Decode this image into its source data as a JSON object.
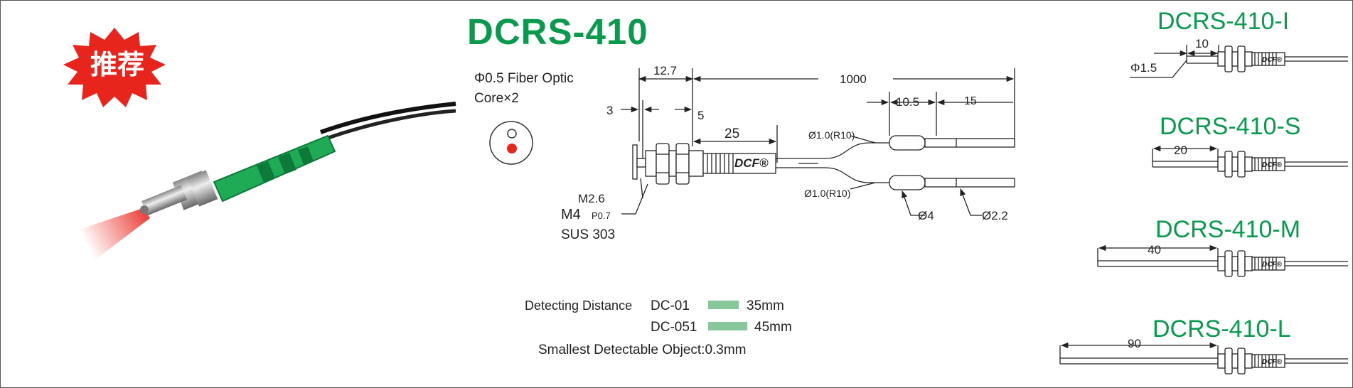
{
  "badge": {
    "label": "推荐",
    "color": "#e8251c"
  },
  "colors": {
    "accent": "#0a9a4e",
    "bar": "#86c89a",
    "beam": "#e8251c"
  },
  "main": {
    "title": "DCRS-410",
    "fiber_label_1": "Φ0.5 Fiber Optic",
    "fiber_label_2": "Core×2",
    "logo": "DCF®"
  },
  "drawing": {
    "dims": {
      "d12_7": "12.7",
      "d1000": "1000",
      "d3": "3",
      "d5": "5",
      "d25": "25",
      "d10_5": "10.5",
      "d15": "15",
      "phi_top": "Ø1.0(R10)",
      "phi_bottom": "Ø1.0(R10)",
      "phi4": "Ø4",
      "phi2_2": "Ø2.2"
    },
    "labels": {
      "m26": "M2.6",
      "m4": "M4",
      "p07": "P0.7",
      "sus": "SUS 303"
    }
  },
  "specs": {
    "detect_label": "Detecting  Distance",
    "rows": [
      {
        "model": "DC-01",
        "value": "35mm",
        "level": 35
      },
      {
        "model": "DC-051",
        "value": "45mm",
        "level": 45
      }
    ],
    "smallest": "Smallest Detectable Object:0.3mm"
  },
  "variants": [
    {
      "name": "DCRS-410-I",
      "dim": "10",
      "phi": "Φ1.5"
    },
    {
      "name": "DCRS-410-S",
      "dim": "20"
    },
    {
      "name": "DCRS-410-M",
      "dim": "40"
    },
    {
      "name": "DCRS-410-L",
      "dim": "90"
    }
  ]
}
